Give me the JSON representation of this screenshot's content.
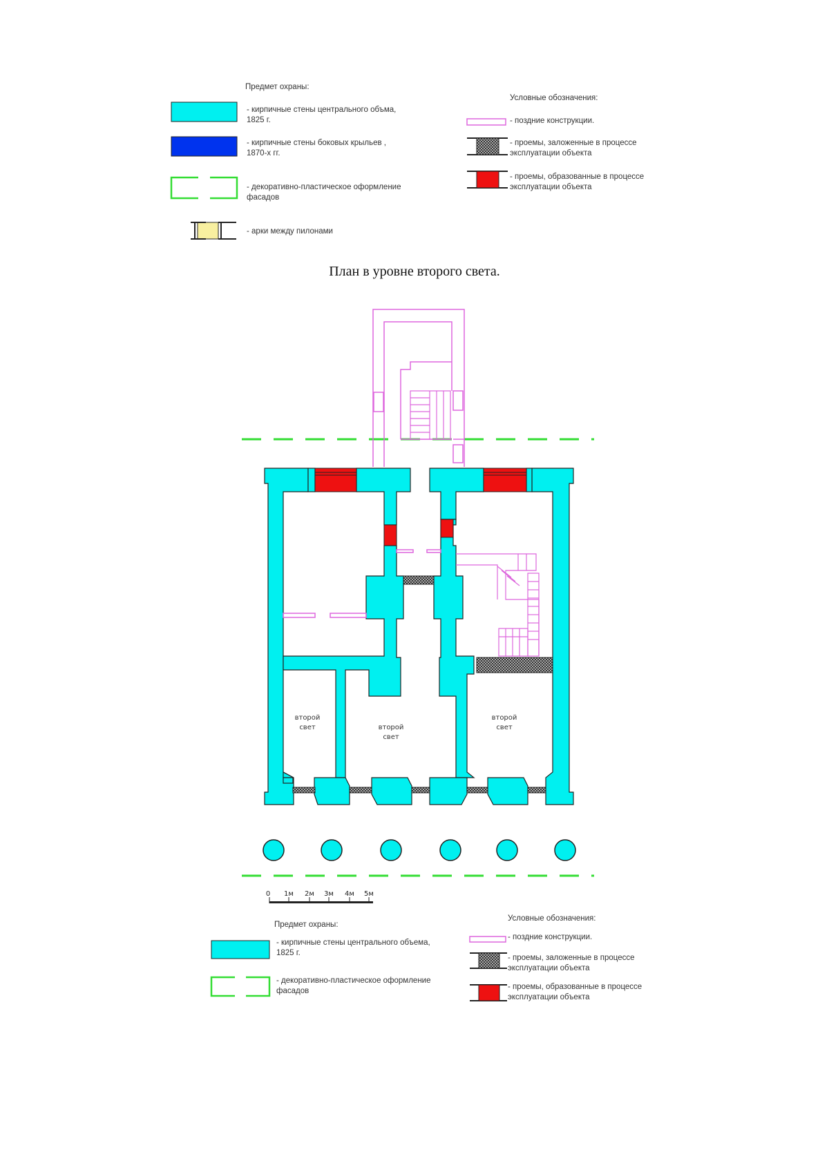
{
  "colors": {
    "central_walls": "#00f0f0",
    "side_wings": "#0033ee",
    "decor": "#33dd33",
    "arches": "#f8f0a0",
    "late": "#dd66dd",
    "bricked": "#888888",
    "new_openings": "#ee1111"
  },
  "legend_top": {
    "protect_title": "Предмет охраны:",
    "central_walls": "- кирпичные стены центрального объма,\n1825 г.",
    "side_wings": "- кирпичные стены боковых крыльев ,\n1870-х гг.",
    "decor": "- декоративно-пластическое оформление\nфасадов",
    "arches": "- арки между пилонами",
    "symbols_title": "Условные обозначения:",
    "late": "- поздние конструкции.",
    "bricked": "- проемы, заложенные в процессе\nэксплуатации объекта",
    "new_openings": "- проемы, образованные в процессе\nэксплуатации объекта"
  },
  "plan": {
    "title": "План в уровне второго света.",
    "room_left": [
      "второй",
      "свет"
    ],
    "room_center": [
      "второй",
      "свет"
    ],
    "room_right": [
      "второй",
      "свет"
    ],
    "scale": [
      "0",
      "1м",
      "2м",
      "3м",
      "4м",
      "5м"
    ]
  },
  "legend_bottom": {
    "protect_title": "Предмет охраны:",
    "central_walls": "- кирпичные стены центрального объема,\n1825 г.",
    "decor": "- декоративно-пластическое оформление\nфасадов",
    "symbols_title": "Условные обозначения:",
    "late": "- поздние конструкции.",
    "bricked": "- проемы, заложенные в процессе\nэксплуатации объекта",
    "new_openings": "- проемы, образованные в процессе\nэксплуатации объекта"
  }
}
